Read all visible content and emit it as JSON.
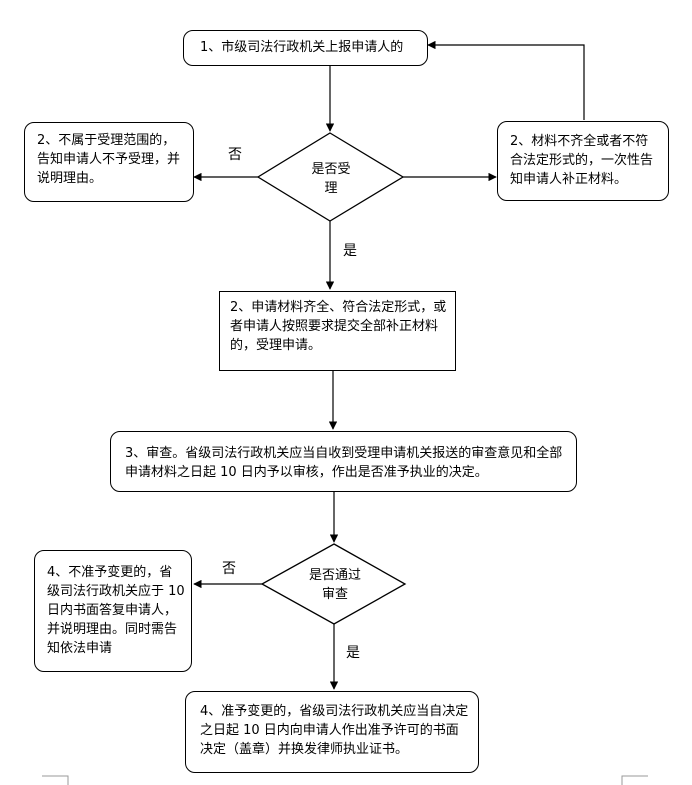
{
  "nodes": {
    "step1": "1、市级司法行政机关上报申请人的",
    "reject_scope": "2、不属于受理范围的，告知申请人不予受理，并说明理由。",
    "decision_accept": "是否受理",
    "supplement": "2、材料不齐全或者不符合法定形式的，一次性告知申请人补正材料。",
    "accept": "2、申请材料齐全、符合法定形式，或者申请人按照要求提交全部补正材料的，受理申请。",
    "review": "3、审查。省级司法行政机关应当自收到受理申请机关报送的审查意见和全部申请材料之日起 10 日内予以审核，作出是否准予执业的决定。",
    "decision_review": "是否通过审查",
    "deny_change": "4、不准予变更的，省级司法行政机关应于 10 日内书面答复申请人，并说明理由。同时需告知依法申请",
    "grant_change": "4、准予变更的，省级司法行政机关应当自决定之日起 10 日内向申请人作出准予许可的书面决定（盖章）并换发律师执业证书。"
  },
  "edge_labels": {
    "no_1": "否",
    "yes_1": "是",
    "no_2": "否",
    "yes_2": "是"
  }
}
